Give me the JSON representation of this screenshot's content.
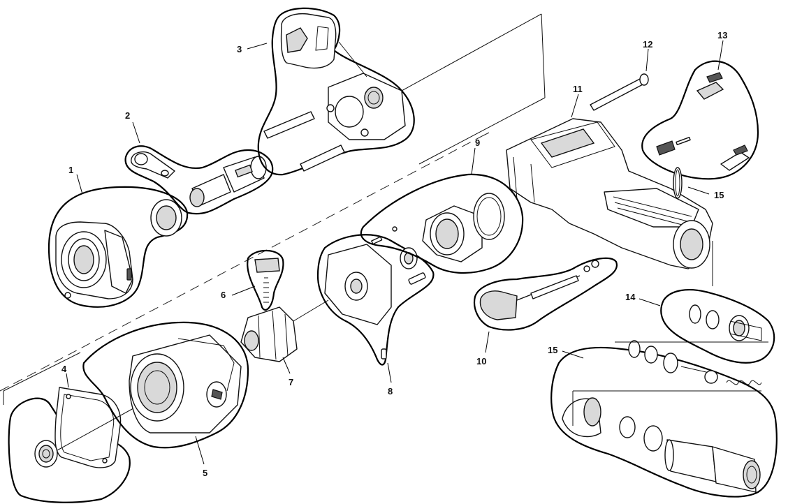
{
  "diagram": {
    "kind": "exploded-parts-view",
    "callouts": [
      {
        "id": "1",
        "label": "1"
      },
      {
        "id": "2",
        "label": "2"
      },
      {
        "id": "3",
        "label": "3"
      },
      {
        "id": "4",
        "label": "4"
      },
      {
        "id": "5",
        "label": "5"
      },
      {
        "id": "6",
        "label": "6"
      },
      {
        "id": "7",
        "label": "7"
      },
      {
        "id": "8",
        "label": "8"
      },
      {
        "id": "9",
        "label": "9"
      },
      {
        "id": "10",
        "label": "10"
      },
      {
        "id": "11",
        "label": "11"
      },
      {
        "id": "12",
        "label": "12"
      },
      {
        "id": "13",
        "label": "13"
      },
      {
        "id": "14",
        "label": "14"
      },
      {
        "id": "15a",
        "label": "15"
      },
      {
        "id": "15b",
        "label": "15"
      }
    ]
  }
}
